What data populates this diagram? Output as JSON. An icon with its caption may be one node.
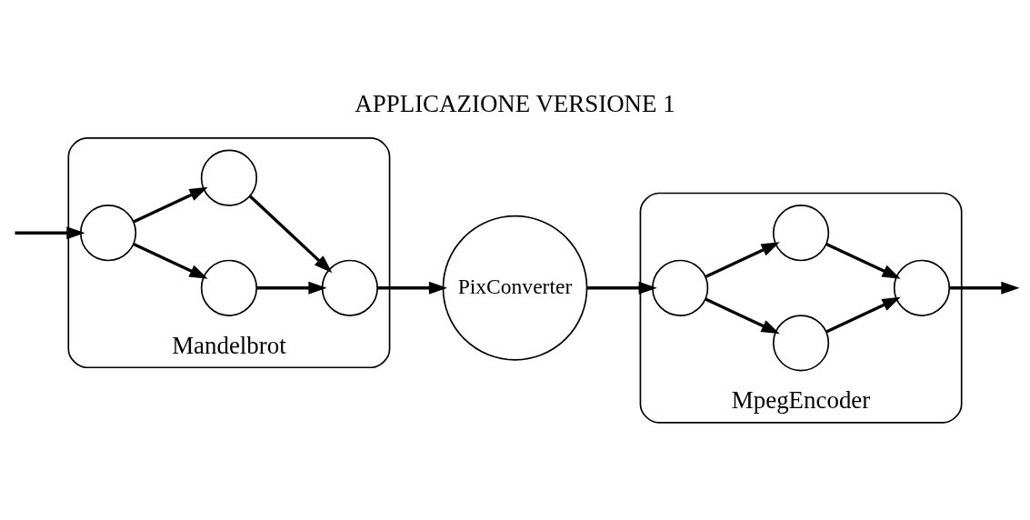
{
  "diagram": {
    "title": "APPLICAZIONE VERSIONE 1",
    "nodes": [
      {
        "text": [
          "Mandelbrot"
        ]
      },
      {
        "text": [],
        "shape": "circle",
        "in": 0
      },
      {
        "text": [],
        "shape": "circle",
        "in": 0
      },
      {
        "text": [],
        "shape": "circle",
        "in": 0
      },
      {
        "text": [],
        "shape": "circle",
        "in": 0
      },
      {
        "text": [
          "PixConverter"
        ]
      },
      {
        "text": [
          "MpegEncoder"
        ]
      },
      {
        "text": [],
        "shape": "circle",
        "in": 6
      },
      {
        "text": [],
        "shape": "circle",
        "in": 6
      },
      {
        "text": [],
        "shape": "circle",
        "in": 6
      },
      {
        "text": [],
        "shape": "circle",
        "in": 6
      }
    ],
    "edges": [
      {
        "from": null,
        "to": 1,
        "arrow": "to"
      },
      {
        "from": 1,
        "to": 2,
        "arrow": "to"
      },
      {
        "from": 1,
        "to": 3,
        "arrow": "to"
      },
      {
        "from": 2,
        "to": 4,
        "arrow": "to"
      },
      {
        "from": 3,
        "to": 4,
        "arrow": "to"
      },
      {
        "from": 4,
        "to": 5,
        "arrow": "to"
      },
      {
        "from": 5,
        "to": 7,
        "arrow": "to"
      },
      {
        "from": 7,
        "to": 8,
        "arrow": "to"
      },
      {
        "from": 7,
        "to": 9,
        "arrow": "to"
      },
      {
        "from": 8,
        "to": 10,
        "arrow": "to"
      },
      {
        "from": 9,
        "to": 10,
        "arrow": "to"
      },
      {
        "from": 10,
        "to": null,
        "arrow": "to"
      }
    ]
  }
}
